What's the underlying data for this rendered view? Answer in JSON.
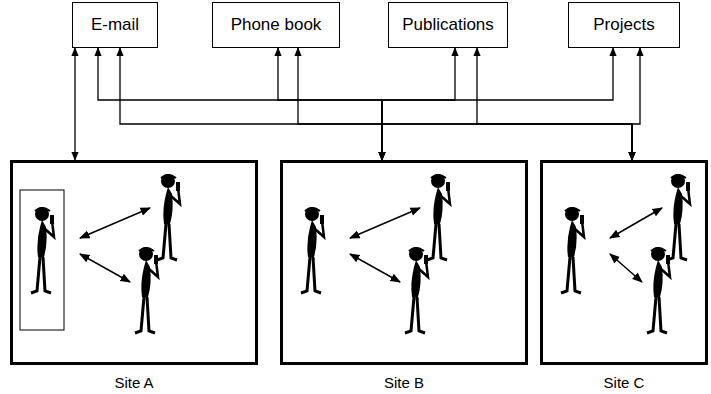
{
  "diagram": {
    "nodes": [
      {
        "text": [
          "E-mail"
        ]
      },
      {
        "text": [
          "Phone book"
        ]
      },
      {
        "text": [
          "Publications"
        ]
      },
      {
        "text": [
          "Projects"
        ]
      },
      {
        "text": [
          "Site A"
        ]
      },
      {
        "text": [
          "Site B"
        ]
      },
      {
        "text": [
          "Site C"
        ]
      }
    ],
    "edges": [
      {
        "from": 4,
        "to": 0,
        "arrow": "both"
      },
      {
        "from": 5,
        "to": 0,
        "arrow": "both"
      },
      {
        "from": 5,
        "to": 1,
        "arrow": "both"
      },
      {
        "from": 5,
        "to": 2,
        "arrow": "both"
      },
      {
        "from": 5,
        "to": 3,
        "arrow": "both"
      },
      {
        "from": 6,
        "to": 0,
        "arrow": "both"
      },
      {
        "from": 6,
        "to": 1,
        "arrow": "both"
      },
      {
        "from": 6,
        "to": 2,
        "arrow": "both"
      },
      {
        "from": 6,
        "to": 3,
        "arrow": "both"
      }
    ]
  }
}
